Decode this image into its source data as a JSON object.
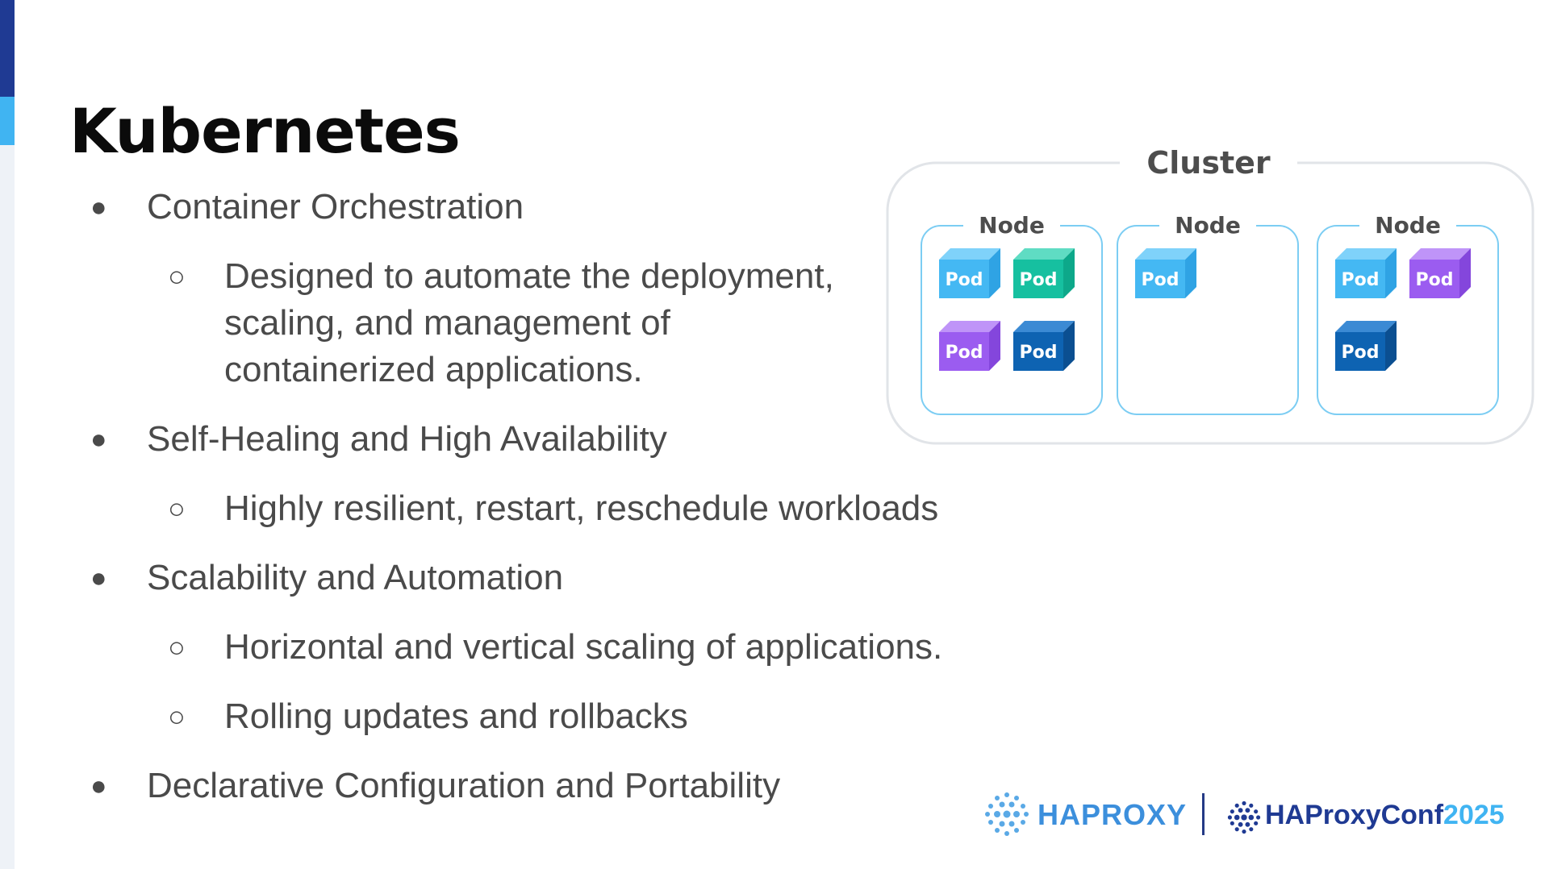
{
  "slide": {
    "title": "Kubernetes",
    "bullets": [
      {
        "level": 1,
        "marker": "●",
        "text": "Container Orchestration"
      },
      {
        "level": 2,
        "marker": "○",
        "lines": [
          "Designed to automate the deployment,",
          "scaling, and management of",
          "containerized applications."
        ]
      },
      {
        "level": 1,
        "marker": "●",
        "text": "Self-Healing and High Availability"
      },
      {
        "level": 2,
        "marker": "○",
        "text": "Highly resilient, restart, reschedule workloads"
      },
      {
        "level": 1,
        "marker": "●",
        "text": "Scalability and Automation"
      },
      {
        "level": 2,
        "marker": "○",
        "text": "Horizontal and vertical scaling of applications."
      },
      {
        "level": 2,
        "marker": "○",
        "text": "Rolling updates and rollbacks"
      },
      {
        "level": 1,
        "marker": "●",
        "text": "Declarative Configuration and Portability"
      }
    ]
  },
  "diagram": {
    "cluster_label": "Cluster",
    "node_label": "Node",
    "pod_label": "Pod",
    "nodes": [
      {
        "pods": [
          "light-blue",
          "teal",
          "purple",
          "dark-blue"
        ]
      },
      {
        "pods": [
          "light-blue"
        ]
      },
      {
        "pods": [
          "light-blue",
          "purple",
          "dark-blue"
        ]
      }
    ],
    "colors": {
      "light-blue": {
        "front": "#44b8f3",
        "side": "#2fa3e4",
        "top": "#7fd2fa"
      },
      "teal": {
        "front": "#16c0a0",
        "side": "#0da88a",
        "top": "#5fdcc3"
      },
      "purple": {
        "front": "#9b5cf0",
        "side": "#8446dc",
        "top": "#bf94f8"
      },
      "dark-blue": {
        "front": "#0e63b2",
        "side": "#0b4f91",
        "top": "#3b8ad4"
      },
      "node_border": "#7ccdf3",
      "cluster_border": "#e1e4e8"
    }
  },
  "footer": {
    "logo1_text": "HAPROXY",
    "logo2_text": "HAProxyConf",
    "logo2_year": "2025"
  }
}
